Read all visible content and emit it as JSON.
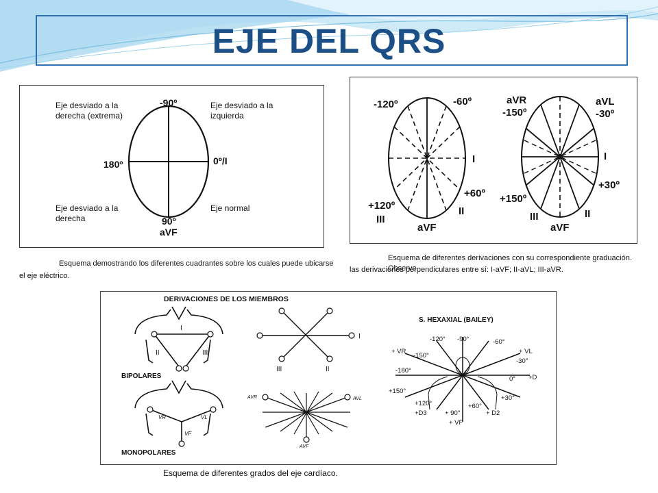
{
  "slide": {
    "title": "EJE DEL QRS",
    "colors": {
      "title": "#1b4f86",
      "frame": "#2f6fb3",
      "wave": "#bfe3f5"
    }
  },
  "fig1": {
    "top": "-90º",
    "left": "180º",
    "right": "0º/I",
    "bottom": "90º",
    "bottom2": "aVF",
    "q_top_left": "Eje desviado a la derecha (extrema)",
    "q_top_right": "Eje desviado a la izquierda",
    "q_bottom_left": "Eje desviado a la derecha",
    "q_bottom_right": "Eje normal",
    "caption_line1": "Esquema demostrando los diferentes cuadrantes sobre los cuales puede ubicarse",
    "caption_line2": "el eje eléctrico."
  },
  "fig2": {
    "a": {
      "m120": "-120º",
      "m60": "-60º",
      "i": "I",
      "p60": "+60º",
      "p120": "+120º",
      "iii": "III",
      "ii": "II",
      "avf": "aVF"
    },
    "b": {
      "avr": "aVR",
      "m150": "-150º",
      "avl": "aVL",
      "m30": "-30º",
      "i": "I",
      "p30": "+30º",
      "p150": "+150º",
      "iii": "III",
      "avf": "aVF",
      "ii": "II"
    },
    "caption_line1": "Esquema de diferentes derivaciones con su correspondiente graduación. Observe",
    "caption_line2": "las derivaciones perpendiculares entre sí: I-aVF; II-aVL; III-aVR."
  },
  "fig3": {
    "heading": "DERIVACIONES DE LOS MIEMBROS",
    "bipolares": "BIPOLARES",
    "monopolares": "MONOPOLARES",
    "tri_i": "I",
    "tri_ii": "II",
    "tri_iii": "III",
    "mono_vr": "VR",
    "mono_vl": "VL",
    "mono_vf": "VF",
    "star_i": "I",
    "star_iii": "III",
    "star_ii": "II",
    "star_avr": "AVR",
    "star_avl": "AVL",
    "star_avf": "AVF",
    "hex_title": "S. HEXAXIAL (BAILEY)",
    "hex": {
      "m120": "-120°",
      "m90": "-90°",
      "m60": "-60°",
      "vr": "+ VR",
      "vl": "+ VL",
      "m150": "-150°",
      "m30": "-30°",
      "m180": "-180°",
      "zero": "0°",
      "d": "+D",
      "p150": "+150°",
      "p30": "+30°",
      "p120": "+120°",
      "p60": "+60°",
      "d3": "+D3",
      "p90": "+ 90°",
      "d2": "+ D2",
      "vf": "+ VF"
    },
    "caption": "Esquema de diferentes grados del eje cardíaco."
  }
}
